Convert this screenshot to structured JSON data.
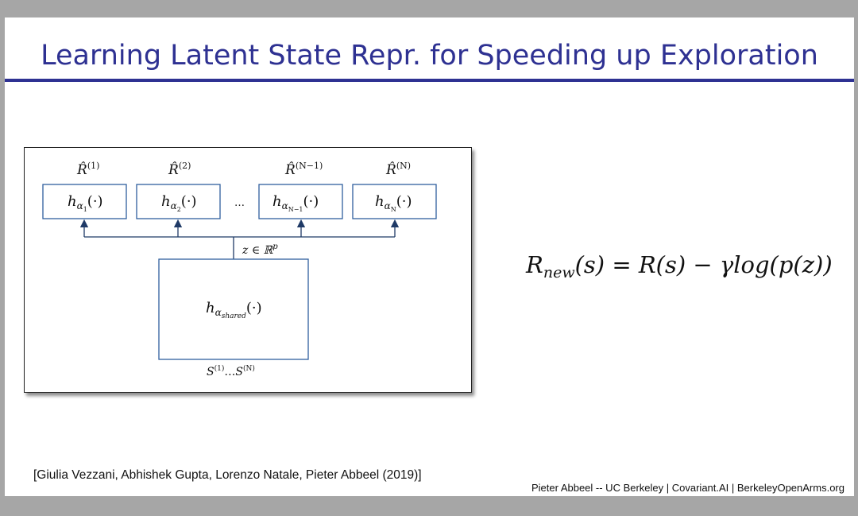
{
  "slide": {
    "title": "Learning Latent State Repr. for Speeding up Exploration",
    "citation": "[Giulia Vezzani, Abhishek Gupta, Lorenzo Natale, Pieter Abbeel (2019)]",
    "footer": "Pieter Abbeel -- UC Berkeley | Covariant.AI | BerkeleyOpenArms.org",
    "accent_color": "#2e3192"
  },
  "diagram": {
    "heads": [
      {
        "output_label": "R̂",
        "output_sup": "(1)",
        "box_base": "h",
        "box_sub": "α",
        "box_subsub": "1",
        "box_arg": "(·)"
      },
      {
        "output_label": "R̂",
        "output_sup": "(2)",
        "box_base": "h",
        "box_sub": "α",
        "box_subsub": "2",
        "box_arg": "(·)"
      },
      {
        "output_label": "R̂",
        "output_sup": "(N−1)",
        "box_base": "h",
        "box_sub": "α",
        "box_subsub": "N−1",
        "box_arg": "(·)"
      },
      {
        "output_label": "R̂",
        "output_sup": "(N)",
        "box_base": "h",
        "box_sub": "α",
        "box_subsub": "N",
        "box_arg": "(·)"
      }
    ],
    "ellipsis": "…",
    "latent_label": "z ∈ ℝ",
    "latent_sup": "p",
    "shared": {
      "base": "h",
      "sub": "α",
      "subsub": "shared",
      "arg": "(·)"
    },
    "input_label_1": "S",
    "input_sup_1": "(1)",
    "input_dots": "…",
    "input_label_2": "S",
    "input_sup_2": "(N)",
    "box_color": "#2f5f9e",
    "arrow_color": "#1f3a66"
  },
  "equation": {
    "lhs": "R",
    "lhs_sub": "new",
    "rhs": "(s) = R(s) − γlog(p(z))"
  }
}
